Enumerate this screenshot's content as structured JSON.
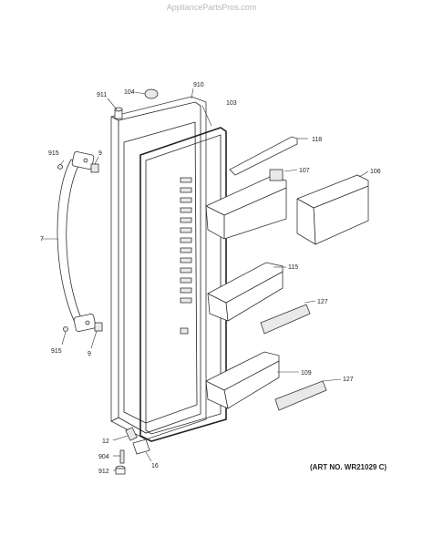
{
  "watermark": "AppliancePartsPros.com",
  "art_number": "(ART NO. WR21029 C)",
  "callouts": {
    "c911": "911",
    "c104": "104",
    "c910": "910",
    "c103": "103",
    "c118": "118",
    "c107": "107",
    "c106": "106",
    "c915a": "915",
    "c9a": "9",
    "c7": "7",
    "c115": "115",
    "c127a": "127",
    "c915b": "915",
    "c9b": "9",
    "c109": "109",
    "c127b": "127",
    "c12": "12",
    "c904": "904",
    "c912": "912",
    "c16": "16"
  }
}
